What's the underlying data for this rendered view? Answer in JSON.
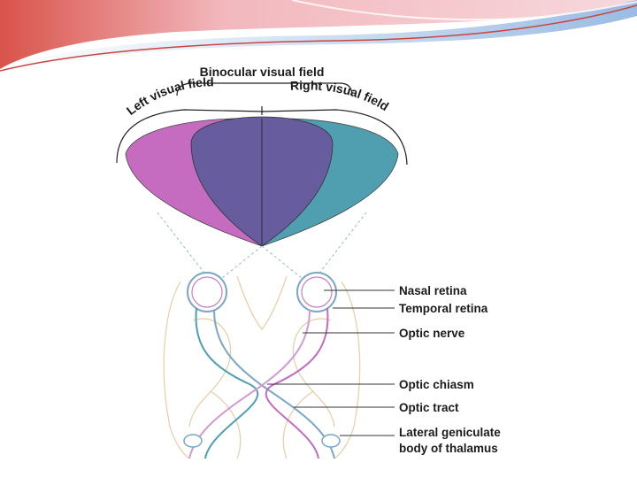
{
  "slide": {
    "accent_colors": {
      "pink": "#e89aa9",
      "blue": "#8fb4e0",
      "red_edge": "#c9463f"
    }
  },
  "diagram": {
    "field_labels": {
      "binocular": "Binocular visual field",
      "left": "Left visual field",
      "right": "Right visual field"
    },
    "field_colors": {
      "left_field": "#c56bc0",
      "binocular_overlap": "#665c9e",
      "right_field": "#4f9fb0"
    },
    "callouts": [
      {
        "id": "nasal-retina",
        "lines": [
          "Nasal retina"
        ]
      },
      {
        "id": "temporal-retina",
        "lines": [
          "Temporal retina"
        ]
      },
      {
        "id": "optic-nerve",
        "lines": [
          "Optic nerve"
        ]
      },
      {
        "id": "optic-chiasm",
        "lines": [
          "Optic chiasm"
        ]
      },
      {
        "id": "optic-tract",
        "lines": [
          "Optic tract"
        ]
      },
      {
        "id": "lateral-geniculate",
        "lines": [
          "Lateral geniculate",
          "body of thalamus"
        ]
      }
    ]
  }
}
